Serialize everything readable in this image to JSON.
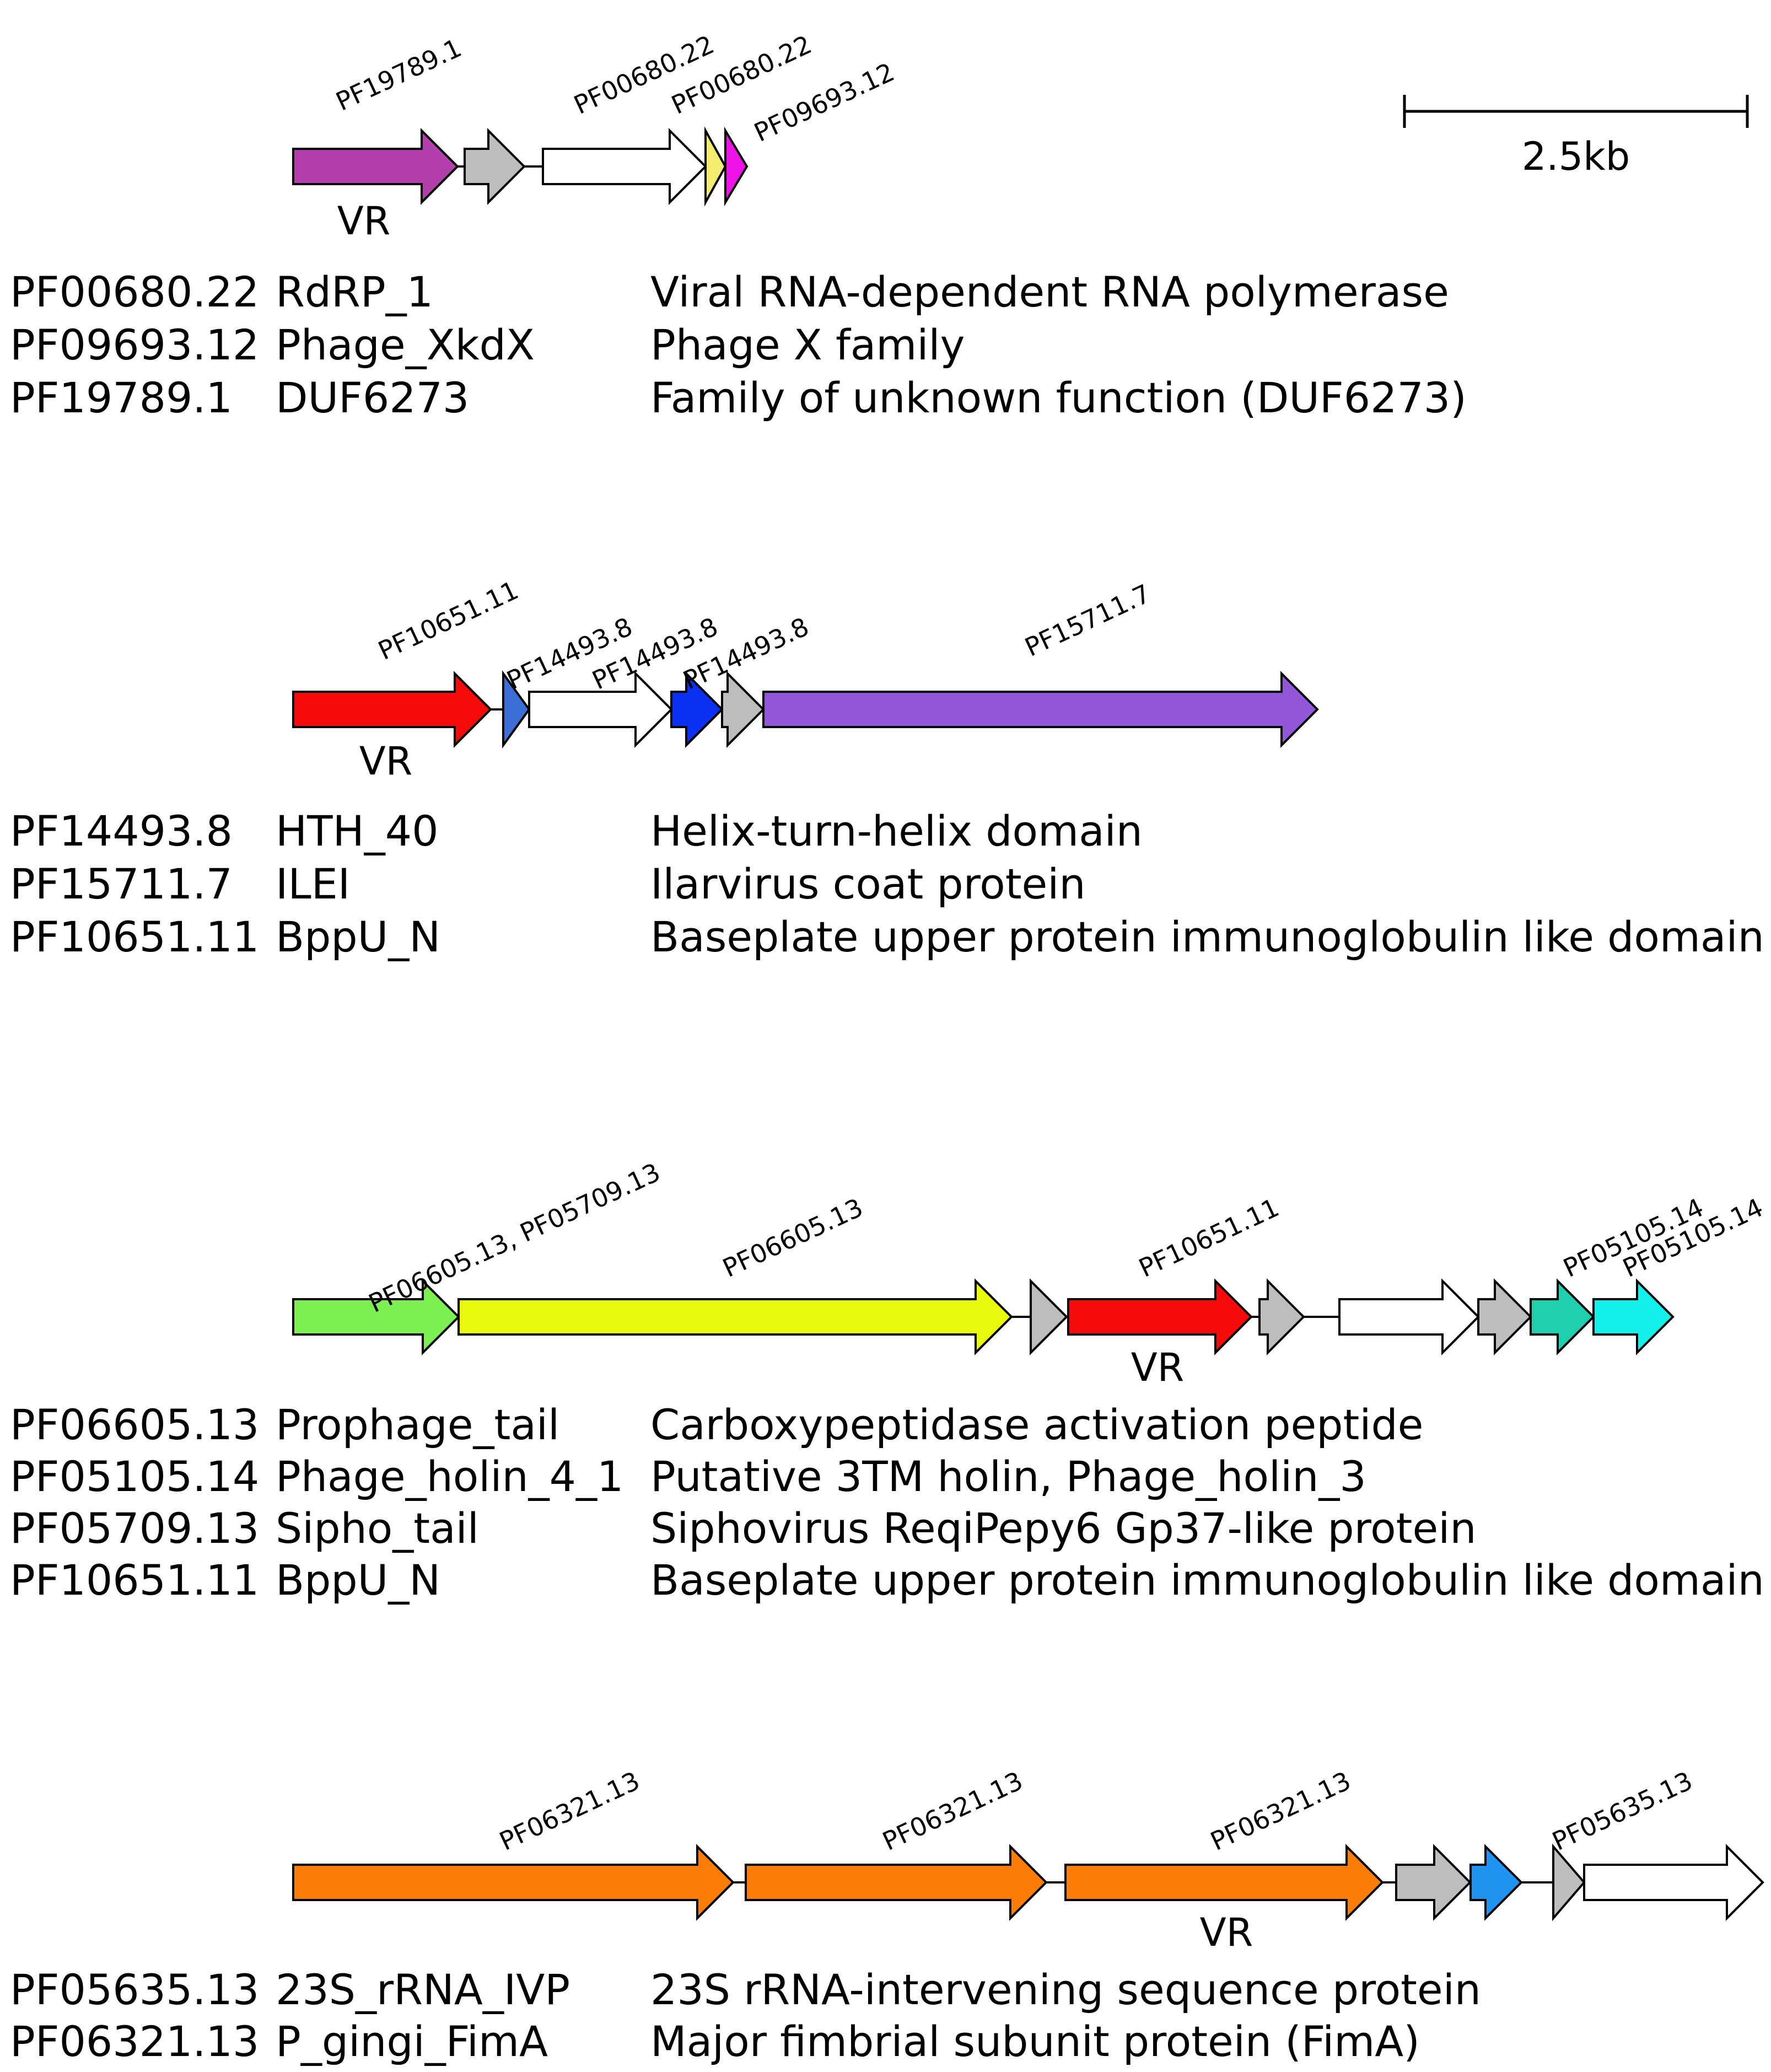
{
  "scale_bar": {
    "label": "2.5kb"
  },
  "panels": [
    {
      "vr_label": "VR",
      "genes": [
        {
          "pfam": "PF19789.1",
          "color": "#b23fab"
        },
        {
          "pfam": "",
          "color": "#bdbdbd"
        },
        {
          "pfam": "PF00680.22",
          "color": "#ffffff"
        },
        {
          "pfam": "PF00680.22",
          "color": "#f4ec6e"
        },
        {
          "pfam": "PF09693.12",
          "color": "#f013e8"
        }
      ],
      "legend": [
        {
          "id": "PF00680.22",
          "name": "RdRP_1",
          "desc": "Viral RNA-dependent RNA polymerase"
        },
        {
          "id": "PF09693.12",
          "name": "Phage_XkdX",
          "desc": "Phage X family"
        },
        {
          "id": "PF19789.1",
          "name": "DUF6273",
          "desc": "Family of unknown function (DUF6273)"
        }
      ]
    },
    {
      "vr_label": "VR",
      "genes": [
        {
          "pfam": "PF10651.11",
          "color": "#f50a0a"
        },
        {
          "pfam": "PF14493.8",
          "color": "#3c6fd6"
        },
        {
          "pfam": "PF14493.8",
          "color": "#ffffff"
        },
        {
          "pfam": "PF14493.8",
          "color": "#0a30f2"
        },
        {
          "pfam": "",
          "color": "#bdbdbd"
        },
        {
          "pfam": "PF15711.7",
          "color": "#9256d9"
        }
      ],
      "legend": [
        {
          "id": "PF14493.8",
          "name": "HTH_40",
          "desc": "Helix-turn-helix domain"
        },
        {
          "id": "PF15711.7",
          "name": "ILEI",
          "desc": "Ilarvirus coat protein"
        },
        {
          "id": "PF10651.11",
          "name": "BppU_N",
          "desc": "Baseplate upper protein immunoglobulin like domain"
        }
      ]
    },
    {
      "vr_label": "VR",
      "genes": [
        {
          "pfam": "PF06605.13, PF05709.13",
          "color": "#7cf052"
        },
        {
          "pfam": "PF06605.13",
          "color": "#e8fb0c"
        },
        {
          "pfam": "",
          "color": "#bdbdbd"
        },
        {
          "pfam": "PF10651.11",
          "color": "#f50a0a"
        },
        {
          "pfam": "",
          "color": "#bdbdbd"
        },
        {
          "pfam": "",
          "color": "#ffffff"
        },
        {
          "pfam": "",
          "color": "#bdbdbd"
        },
        {
          "pfam": "PF05105.14",
          "color": "#1fcfae"
        },
        {
          "pfam": "PF05105.14",
          "color": "#12f2ea"
        }
      ],
      "legend": [
        {
          "id": "PF06605.13",
          "name": "Prophage_tail",
          "desc": "Carboxypeptidase activation peptide"
        },
        {
          "id": "PF05105.14",
          "name": "Phage_holin_4_1",
          "desc": "Putative 3TM holin, Phage_holin_3"
        },
        {
          "id": "PF05709.13",
          "name": "Sipho_tail",
          "desc": "Siphovirus ReqiPepy6 Gp37-like protein"
        },
        {
          "id": "PF10651.11",
          "name": "BppU_N",
          "desc": "Baseplate upper protein immunoglobulin like domain"
        }
      ]
    },
    {
      "vr_label": "VR",
      "genes": [
        {
          "pfam": "PF06321.13",
          "color": "#fb7d07"
        },
        {
          "pfam": "PF06321.13",
          "color": "#fb7d07"
        },
        {
          "pfam": "PF06321.13",
          "color": "#fb7d07"
        },
        {
          "pfam": "",
          "color": "#bdbdbd"
        },
        {
          "pfam": "PF05635.13",
          "color": "#1f93f0"
        },
        {
          "pfam": "",
          "color": "#bdbdbd"
        },
        {
          "pfam": "",
          "color": "#ffffff"
        }
      ],
      "legend": [
        {
          "id": "PF05635.13",
          "name": "23S_rRNA_IVP",
          "desc": "23S rRNA-intervening sequence protein"
        },
        {
          "id": "PF06321.13",
          "name": "P_gingi_FimA",
          "desc": "Major fimbrial subunit protein (FimA)"
        }
      ]
    }
  ]
}
